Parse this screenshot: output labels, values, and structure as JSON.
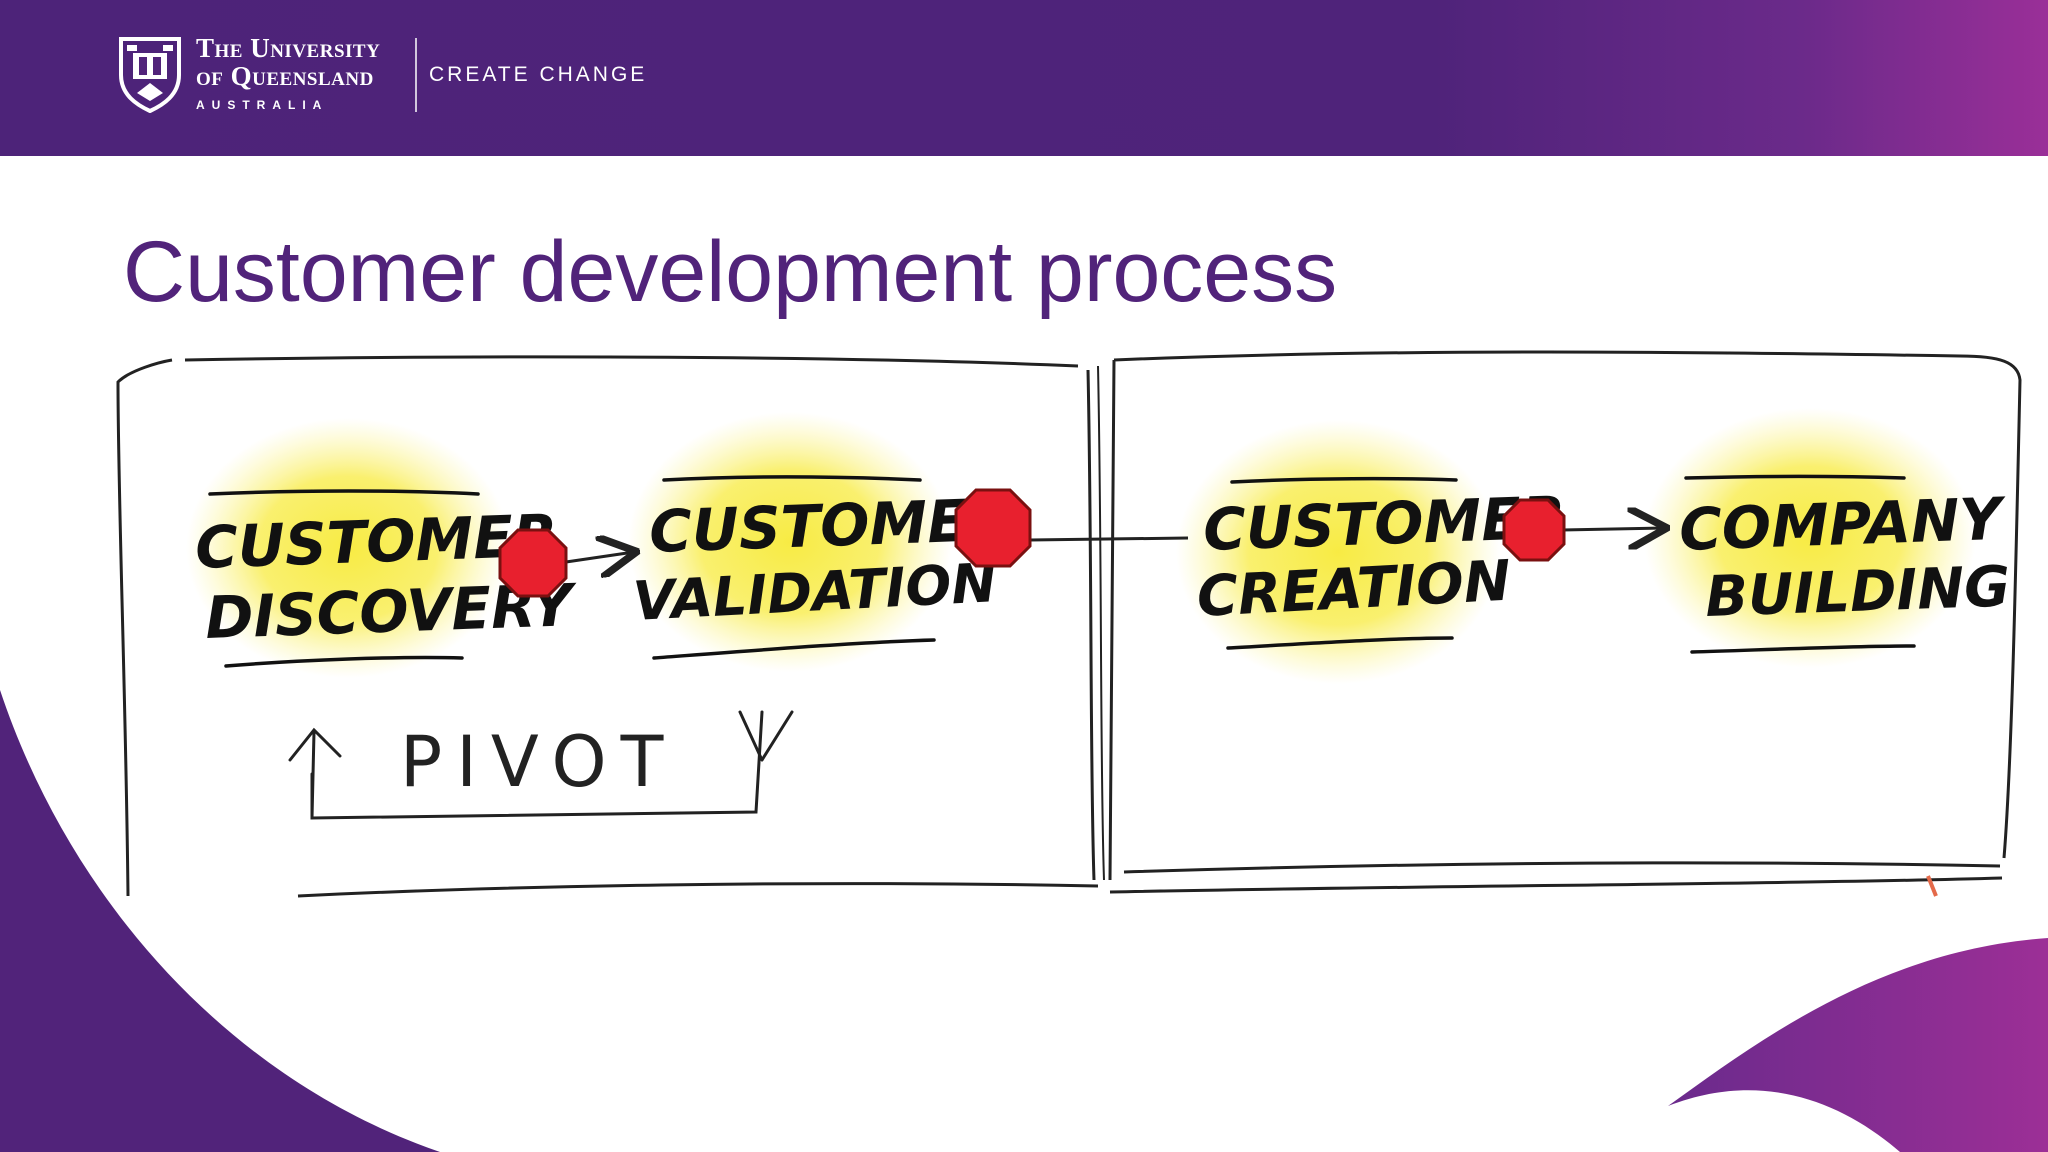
{
  "header": {
    "university_line1": "The University",
    "university_line2": "of Queensland",
    "university_line3": "AUSTRALIA",
    "tagline": "CREATE CHANGE"
  },
  "slide": {
    "title": "Customer development process"
  },
  "diagram": {
    "stages": [
      {
        "line1": "CUSTOMER",
        "line2": "DISCOVERY"
      },
      {
        "line1": "CUSTOMER",
        "line2": "VALIDATION"
      },
      {
        "line1": "CUSTOMER",
        "line2": "CREATION"
      },
      {
        "line1": "COMPANY",
        "line2": "BUILDING"
      }
    ],
    "loop_label": "PIVOT"
  },
  "colors": {
    "brand_purple": "#51237a",
    "accent_magenta": "#962a8b",
    "stop_red": "#e8202e",
    "glow_yellow": "#f7ea3a"
  }
}
